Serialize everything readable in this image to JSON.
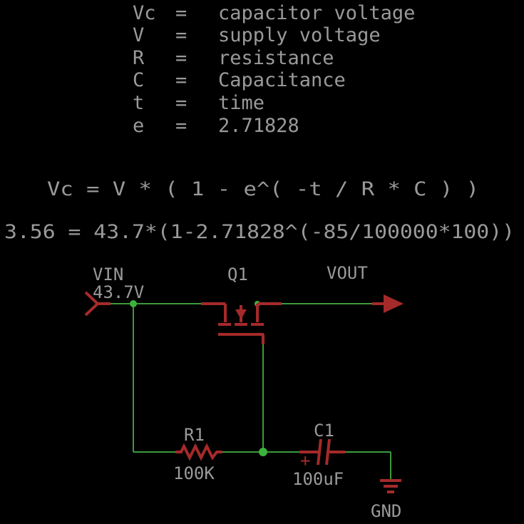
{
  "legend": [
    {
      "symbol": "Vc",
      "eq": "=",
      "meaning": "capacitor voltage"
    },
    {
      "symbol": "V",
      "eq": "=",
      "meaning": "supply voltage"
    },
    {
      "symbol": "R",
      "eq": "=",
      "meaning": "resistance"
    },
    {
      "symbol": "C",
      "eq": "=",
      "meaning": "Capacitance"
    },
    {
      "symbol": "t",
      "eq": "=",
      "meaning": "time"
    },
    {
      "symbol": "e",
      "eq": "=",
      "meaning": "2.71828"
    }
  ],
  "formula": "Vc = V * ( 1 - e^( -t / R * C ) )",
  "example": "3.56 = 43.7*(1-2.71828^(-85/100000*100))",
  "schematic": {
    "vin": {
      "name": "VIN",
      "value": "43.7V"
    },
    "q1": {
      "name": "Q1"
    },
    "vout": {
      "name": "VOUT"
    },
    "r1": {
      "name": "R1",
      "value": "100K"
    },
    "c1": {
      "name": "C1",
      "value": "100uF",
      "polarity": "+"
    },
    "gnd": {
      "name": "GND"
    },
    "colors": {
      "wire": "#3c9a3c",
      "part": "#a52a2a",
      "text": "#9a9a9a",
      "junction": "#3cb43c"
    }
  }
}
